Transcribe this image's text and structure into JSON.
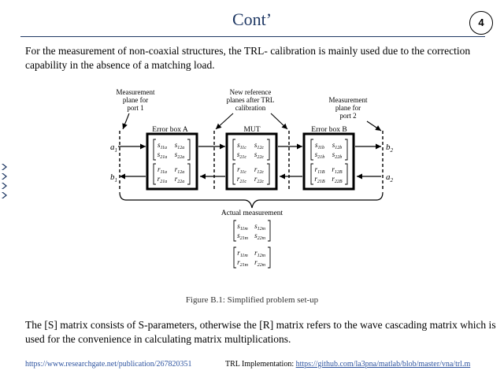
{
  "slide": {
    "title": "Cont’",
    "page_number": "4",
    "intro": "For the measurement of non-coaxial structures, the TRL- calibration is mainly used due to the correction capability in the absence of a matching load.",
    "outro": "The [S] matrix consists of S-parameters, otherwise the [R] matrix refers to the wave cascading matrix which is used for the convenience in calculating matrix multiplications.",
    "footer_link_left": "https://www.researchgate.net/publication/267820351",
    "footer_right_label": "TRL Implementation: ",
    "footer_right_link": "https://github.com/la3pna/matlab/blob/master/vna/trl.m"
  },
  "figure": {
    "caption": "Figure B.1: Simplified problem set-up",
    "plane_port1": [
      "Measurement",
      "plane for",
      "port 1"
    ],
    "plane_new": [
      "New reference",
      "planes after TRL",
      "calibration"
    ],
    "plane_port2": [
      "Measurement",
      "plane for",
      "port 2"
    ],
    "box_a_label": "Error box A",
    "box_mut_label": "MUT",
    "box_b_label": "Error box B",
    "actual_measurement": "Actual measurement",
    "port_labels": {
      "a1": "a",
      "a1_sub": "1",
      "b1": "b",
      "b1_sub": "1",
      "b2": "b",
      "b2_sub": "2",
      "a2": "a",
      "a2_sub": "2"
    },
    "matrices": {
      "sa": [
        "s",
        "11a",
        "s",
        "12a",
        "s",
        "21a",
        "s",
        "22a"
      ],
      "ra": [
        "r",
        "11a",
        "r",
        "12a",
        "r",
        "21a",
        "r",
        "22a"
      ],
      "sc": [
        "s",
        "11c",
        "s",
        "12c",
        "s",
        "21c",
        "s",
        "22c"
      ],
      "rc": [
        "r",
        "11c",
        "r",
        "12c",
        "r",
        "21c",
        "r",
        "22c"
      ],
      "sb": [
        "s",
        "11b",
        "s",
        "12b",
        "s",
        "21b",
        "s",
        "22b"
      ],
      "rb": [
        "r",
        "11B",
        "r",
        "12B",
        "r",
        "21B",
        "r",
        "22B"
      ],
      "sm": [
        "s",
        "11m",
        "s",
        "12m",
        "s",
        "21m",
        "s",
        "22m"
      ],
      "rm": [
        "r",
        "11m",
        "r",
        "12m",
        "r",
        "21m",
        "r",
        "22m"
      ]
    }
  }
}
